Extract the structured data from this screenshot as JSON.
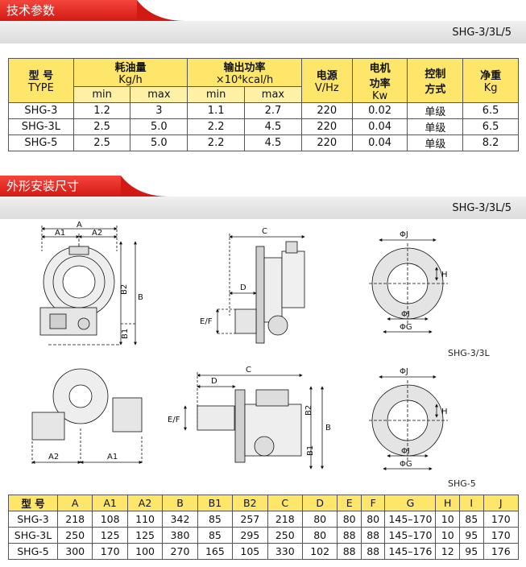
{
  "section1": {
    "title": "技术参数",
    "model": "SHG-3/3L/5"
  },
  "table1": {
    "h_type": [
      "型 号",
      "TYPE"
    ],
    "h_oil": [
      "耗油量",
      "Kg/h"
    ],
    "h_output": "输出功率",
    "h_output_unit": "×10⁴kcal/h",
    "h_power": [
      "电源",
      "V/Hz"
    ],
    "h_motor": [
      "电机",
      "功率",
      "Kw"
    ],
    "h_control": [
      "控制",
      "方式"
    ],
    "h_weight": [
      "净重",
      "Kg"
    ],
    "sub": [
      "min",
      "max",
      "min",
      "max"
    ],
    "rows": [
      [
        "SHG-3",
        "1.2",
        "3",
        "1.1",
        "2.7",
        "220",
        "0.02",
        "单级",
        "6.5"
      ],
      [
        "SHG-3L",
        "2.5",
        "5.0",
        "2.2",
        "4.5",
        "220",
        "0.04",
        "单级",
        "6.5"
      ],
      [
        "SHG-5",
        "2.5",
        "5.0",
        "2.2",
        "4.5",
        "220",
        "0.04",
        "单级",
        "8.2"
      ]
    ]
  },
  "section2": {
    "title": "外形安装尺寸",
    "model": "SHG-3/3L/5"
  },
  "diagrams": {
    "caption_top": "SHG-3/3L",
    "caption_bottom": "SHG-5",
    "labels": {
      "A": "A",
      "A1": "A1",
      "A2": "A2",
      "B": "B",
      "B1": "B1",
      "B2": "B2",
      "C": "C",
      "D": "D",
      "EF": "E/F",
      "J": "ΦJ",
      "I": "ΦI",
      "G": "ΦG",
      "H": "H"
    }
  },
  "table2": {
    "headers": [
      "型 号",
      "A",
      "A1",
      "A2",
      "B",
      "B1",
      "B2",
      "C",
      "D",
      "E",
      "F",
      "G",
      "H",
      "I",
      "J"
    ],
    "rows": [
      [
        "SHG-3",
        "218",
        "108",
        "110",
        "342",
        "85",
        "257",
        "218",
        "80",
        "80",
        "80",
        "145–170",
        "10",
        "85",
        "170"
      ],
      [
        "SHG-3L",
        "250",
        "125",
        "125",
        "380",
        "85",
        "295",
        "250",
        "80",
        "88",
        "88",
        "145–170",
        "10",
        "95",
        "170"
      ],
      [
        "SHG-5",
        "300",
        "170",
        "100",
        "270",
        "165",
        "105",
        "330",
        "102",
        "88",
        "88",
        "145–176",
        "12",
        "95",
        "176"
      ]
    ]
  },
  "colors": {
    "banner": "#e0261e",
    "header_yellow": "#fde66a",
    "grey_bar": "#e2e2e2"
  }
}
